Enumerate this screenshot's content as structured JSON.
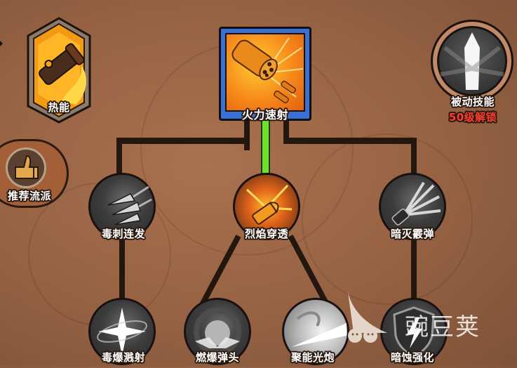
{
  "background": {
    "color": "#9a6545"
  },
  "header_nodes": {
    "thermal": {
      "label": "热能",
      "icon": "flame-cannon-icon",
      "frame": "hexagon"
    },
    "rapid_fire": {
      "label": "火力速射",
      "icon": "gatling-barrel-icon",
      "frame": "square",
      "border_color": "#3a6fd8"
    },
    "passive": {
      "label": "被动技能",
      "lock_text": "50级解锁",
      "icon": "light-pillar-icon",
      "lock_color": "#ff3b30"
    }
  },
  "side_buttons": {
    "recommended": {
      "label": "推荐流派",
      "icon": "thumbs-up-icon"
    }
  },
  "tier1": [
    {
      "label": "毒刺连发",
      "icon": "triple-bullet-icon",
      "style": "gray"
    },
    {
      "label": "烈焰穿透",
      "icon": "fire-bullet-icon",
      "style": "orange",
      "selected": true
    },
    {
      "label": "暗灭霰弹",
      "icon": "shotgun-blast-icon",
      "style": "gray"
    }
  ],
  "tier2": [
    {
      "label": "毒爆溅射",
      "icon": "starburst-icon",
      "style": "gray"
    },
    {
      "label": "燃爆弹头",
      "icon": "explosion-orb-icon",
      "style": "gray"
    },
    {
      "label": "聚能光炮",
      "icon": "beam-cannon-icon",
      "style": "gray"
    },
    {
      "label": "暗蚀强化",
      "icon": "lightning-shield-icon",
      "style": "gray"
    }
  ],
  "connectors": {
    "active_color": "#6fe02e",
    "inactive_color": "#231710"
  },
  "watermark": {
    "text": "豌豆荚"
  }
}
